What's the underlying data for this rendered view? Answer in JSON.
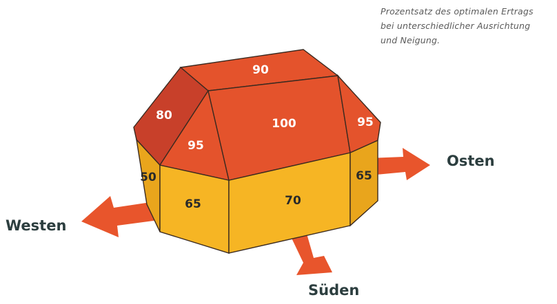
{
  "caption": {
    "line1": "Prozentsatz des optimalen Ertrags",
    "line2": "bei unterschiedlicher Ausrichtung",
    "line3": "und Neigung."
  },
  "directions": {
    "west": "Westen",
    "east": "Osten",
    "south": "Süden"
  },
  "roof": {
    "top": "90",
    "hip_west_upper": "80",
    "south_west_slope": "95",
    "south_main": "100",
    "east_hip": "95"
  },
  "walls": {
    "west_outer": "50",
    "south_west": "65",
    "south_main": "70",
    "east": "65"
  },
  "colors": {
    "roof_main": "#e4532c",
    "roof_dark": "#c8402a",
    "wall_main": "#f6b524",
    "wall_shade": "#e9a51c",
    "arrow": "#e8552c",
    "outline": "#3a2a20"
  }
}
